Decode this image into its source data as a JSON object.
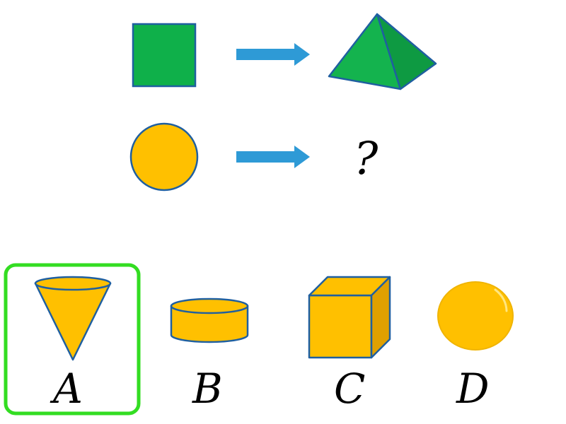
{
  "question": {
    "mark": "?"
  },
  "options": [
    {
      "label": "A",
      "shape": "cone-icon",
      "selected": true
    },
    {
      "label": "B",
      "shape": "cylinder-icon",
      "selected": false
    },
    {
      "label": "C",
      "shape": "cube-icon",
      "selected": false
    },
    {
      "label": "D",
      "shape": "sphere-icon",
      "selected": false
    }
  ],
  "colors": {
    "green_fill": "#0fb04a",
    "yellow_fill": "#ffc000",
    "yellow_dark": "#e0a000",
    "outline_blue": "#1f5fa0",
    "arrow_blue": "#2e9ad6",
    "selection_green": "#33dd22"
  }
}
